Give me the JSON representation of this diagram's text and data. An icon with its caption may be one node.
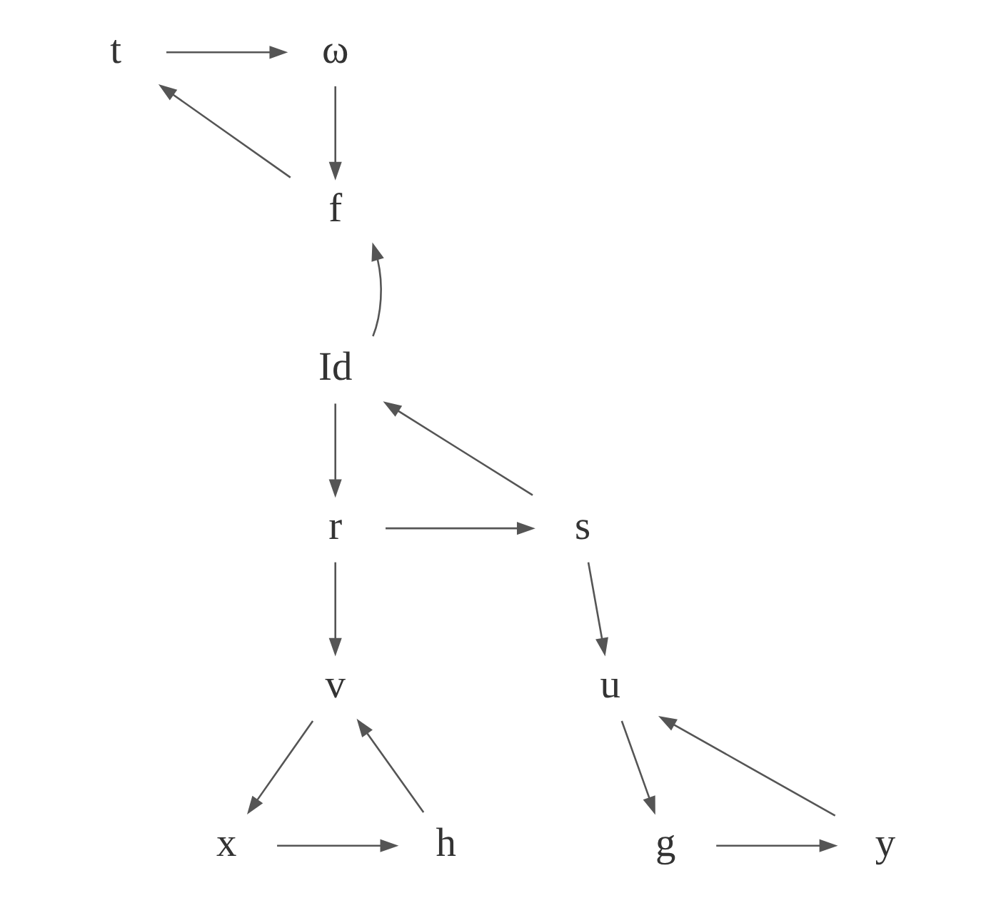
{
  "diagram": {
    "nodes": [
      {
        "text": [
          "t"
        ]
      },
      {
        "text": [
          "ω"
        ]
      },
      {
        "text": [
          "f"
        ]
      },
      {
        "text": [
          "Id"
        ]
      },
      {
        "text": [
          "r"
        ]
      },
      {
        "text": [
          "s"
        ]
      },
      {
        "text": [
          "v"
        ]
      },
      {
        "text": [
          "u"
        ]
      },
      {
        "text": [
          "x"
        ]
      },
      {
        "text": [
          "h"
        ]
      },
      {
        "text": [
          "g"
        ]
      },
      {
        "text": [
          "y"
        ]
      }
    ],
    "edges": [
      {
        "from": 0,
        "to": 1,
        "arrow": "to"
      },
      {
        "from": 2,
        "to": 0,
        "arrow": "to"
      },
      {
        "from": 1,
        "to": 2,
        "arrow": "to"
      },
      {
        "from": 3,
        "to": 2,
        "arrow": "to"
      },
      {
        "from": 3,
        "to": 4,
        "arrow": "to"
      },
      {
        "from": 5,
        "to": 3,
        "arrow": "to"
      },
      {
        "from": 4,
        "to": 5,
        "arrow": "to"
      },
      {
        "from": 4,
        "to": 6,
        "arrow": "to"
      },
      {
        "from": 5,
        "to": 7,
        "arrow": "to"
      },
      {
        "from": 6,
        "to": 8,
        "arrow": "to"
      },
      {
        "from": 8,
        "to": 9,
        "arrow": "to"
      },
      {
        "from": 9,
        "to": 6,
        "arrow": "to"
      },
      {
        "from": 7,
        "to": 10,
        "arrow": "to"
      },
      {
        "from": 10,
        "to": 11,
        "arrow": "to"
      },
      {
        "from": 11,
        "to": 7,
        "arrow": "to"
      }
    ]
  }
}
